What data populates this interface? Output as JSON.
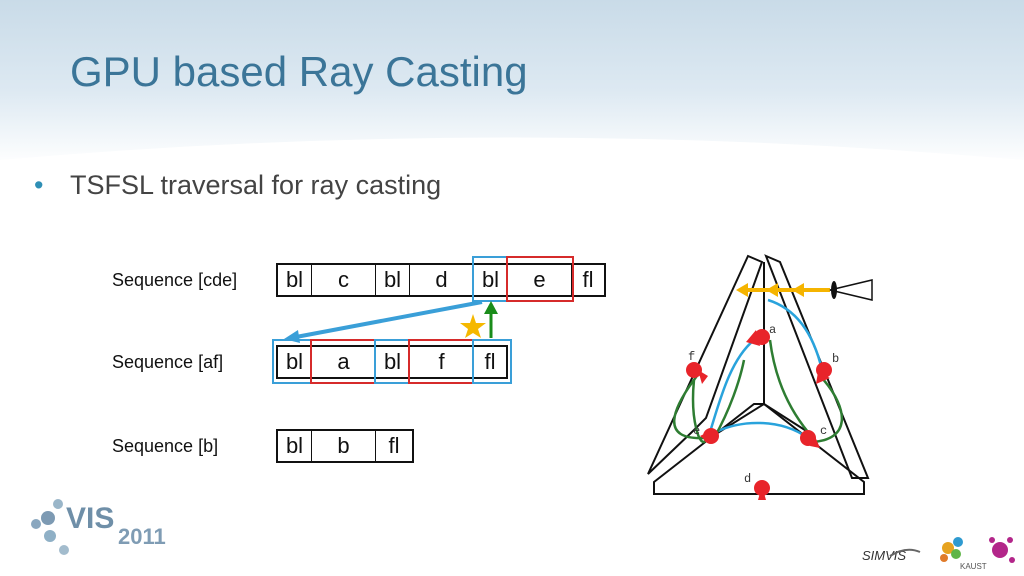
{
  "slide": {
    "title": "GPU based Ray Casting",
    "bullet_symbol": "•",
    "bullet_text": "TSFSL traversal for ray casting"
  },
  "sequences": [
    {
      "label": "Sequence [cde]",
      "cells": [
        "bl",
        "c",
        "bl",
        "d",
        "bl",
        "e",
        "fl"
      ]
    },
    {
      "label": "Sequence [af]",
      "cells": [
        "bl",
        "a",
        "bl",
        "f",
        "fl"
      ]
    },
    {
      "label": "Sequence [b]",
      "cells": [
        "bl",
        "b",
        "fl"
      ]
    }
  ],
  "diagram": {
    "nodes": [
      "a",
      "b",
      "c",
      "d",
      "e",
      "f"
    ]
  },
  "logos": {
    "conference": "VIS2011",
    "simvis": "SIMVIS",
    "kaust": "KAUST"
  },
  "colors": {
    "title": "#3b7598",
    "blue_highlight": "#3a9fd8",
    "red_highlight": "#d62b2b",
    "green_arrow": "#1a8c1a",
    "yellow_star": "#f5b800",
    "node_red": "#e8242a",
    "tree_green": "#2e7d32",
    "tree_blue": "#29a3dc",
    "ray_orange": "#f5b400"
  }
}
